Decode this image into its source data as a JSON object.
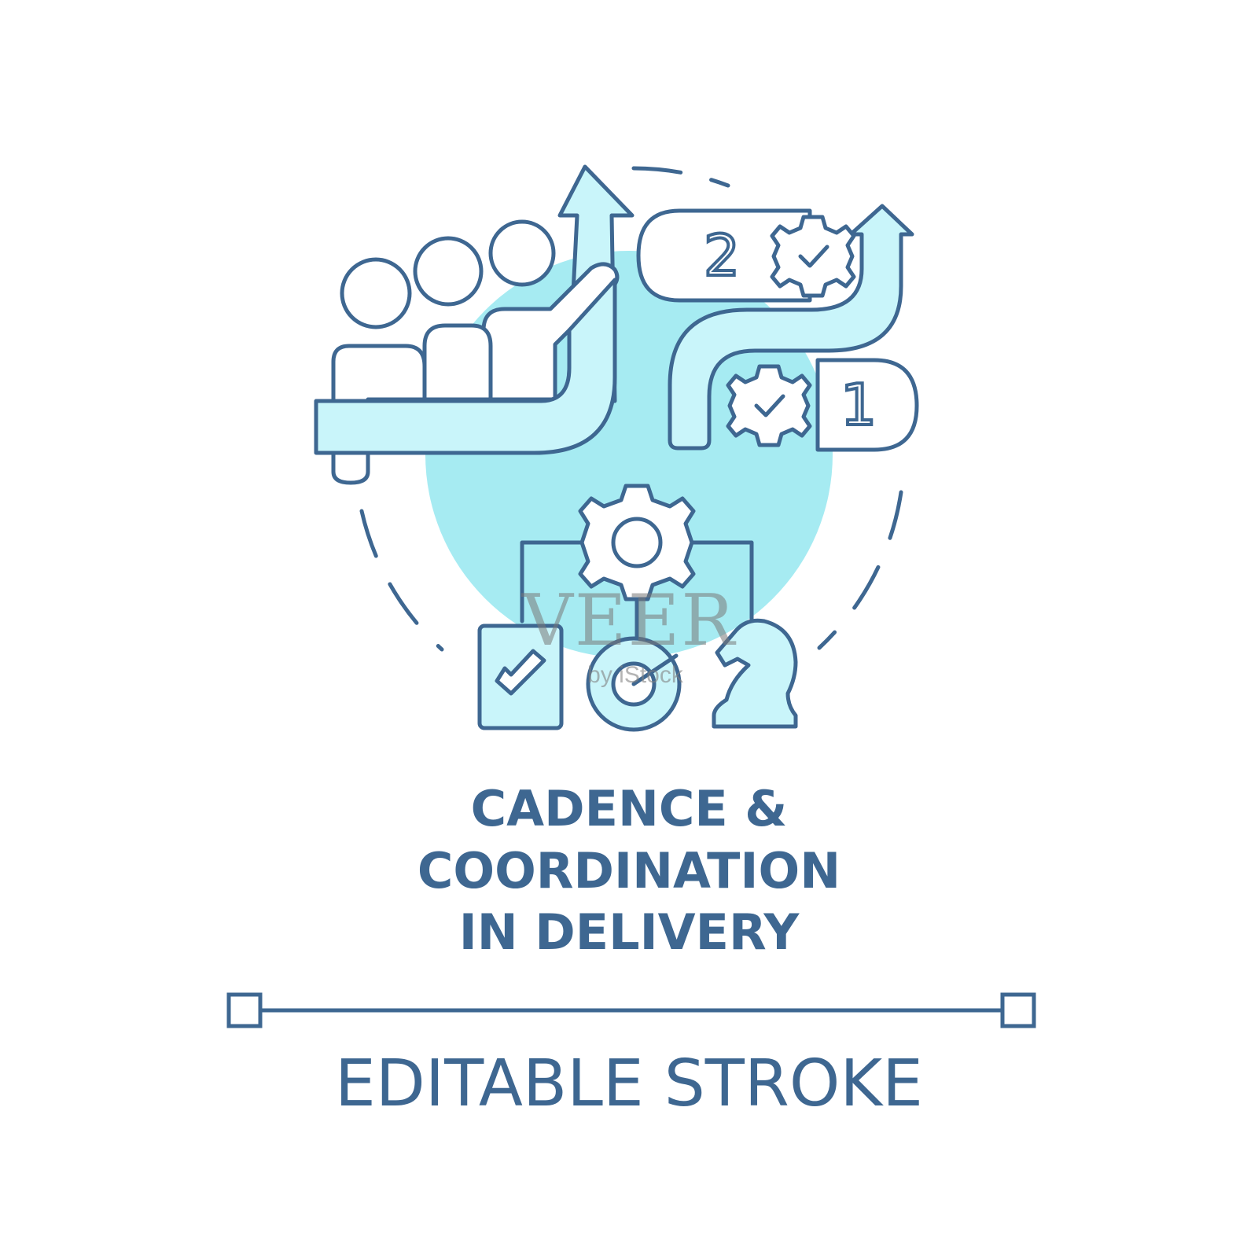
{
  "title": {
    "line1": "CADENCE &",
    "line2": "COORDINATION",
    "line3": "IN DELIVERY"
  },
  "caption": "EDITABLE STROKE",
  "watermark": {
    "brand": "VEER",
    "byline": "by iStock"
  },
  "icon": {
    "step_badges": [
      "2",
      "1"
    ],
    "icons": [
      "team-icon",
      "up-arrow-icon",
      "roadmap-icon",
      "gear-icon",
      "checklist-icon",
      "chess-piece-icon"
    ]
  },
  "colors": {
    "stroke": "#3e6791",
    "fill_light": "#c9f5fa",
    "blob": "#a6ebf2",
    "background": "#ffffff"
  }
}
